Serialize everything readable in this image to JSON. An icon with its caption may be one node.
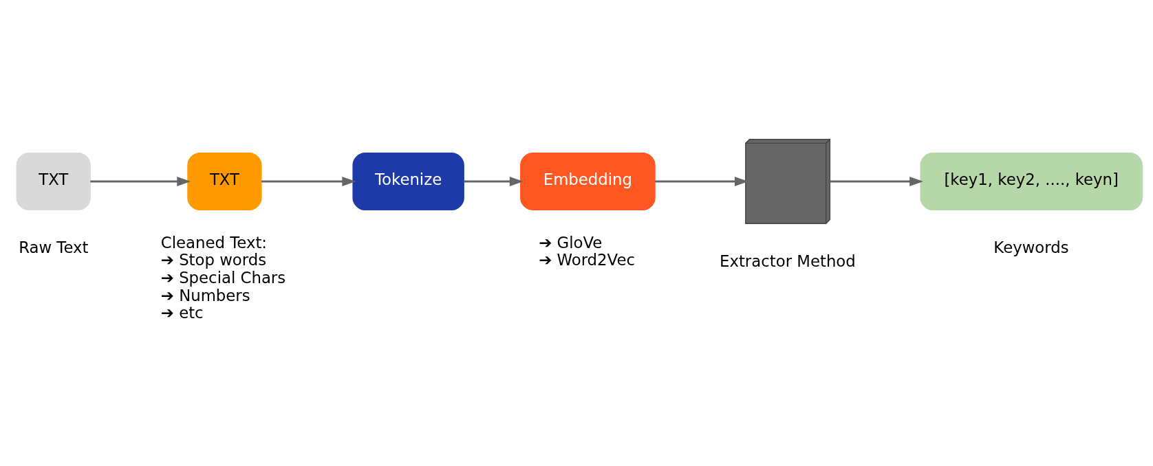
{
  "diagram": {
    "nodes": [
      {
        "text": [
          "TXT"
        ],
        "beside": [
          "Raw Text"
        ]
      },
      {
        "text": [
          "TXT"
        ],
        "beside": [
          "Cleaned Text:",
          "➔ Stop words",
          "➔ Special Chars",
          "➔ Numbers",
          "➔ etc"
        ]
      },
      {
        "text": [
          "Tokenize"
        ]
      },
      {
        "text": [
          "Embedding"
        ],
        "beside": [
          "➔ GloVe",
          "➔ Word2Vec"
        ]
      },
      {
        "text": [],
        "shape": "box",
        "beside": [
          "Extractor Method"
        ]
      },
      {
        "text": [
          "[key1, key2, ...., keyn]"
        ],
        "beside": [
          "Keywords"
        ]
      }
    ],
    "edges": [
      {
        "from": 0,
        "to": 1,
        "arrow": "to"
      },
      {
        "from": 1,
        "to": 2,
        "arrow": "to"
      },
      {
        "from": 2,
        "to": 3,
        "arrow": "to"
      },
      {
        "from": 3,
        "to": 4,
        "arrow": "to"
      },
      {
        "from": 4,
        "to": 5,
        "arrow": "to"
      }
    ]
  }
}
